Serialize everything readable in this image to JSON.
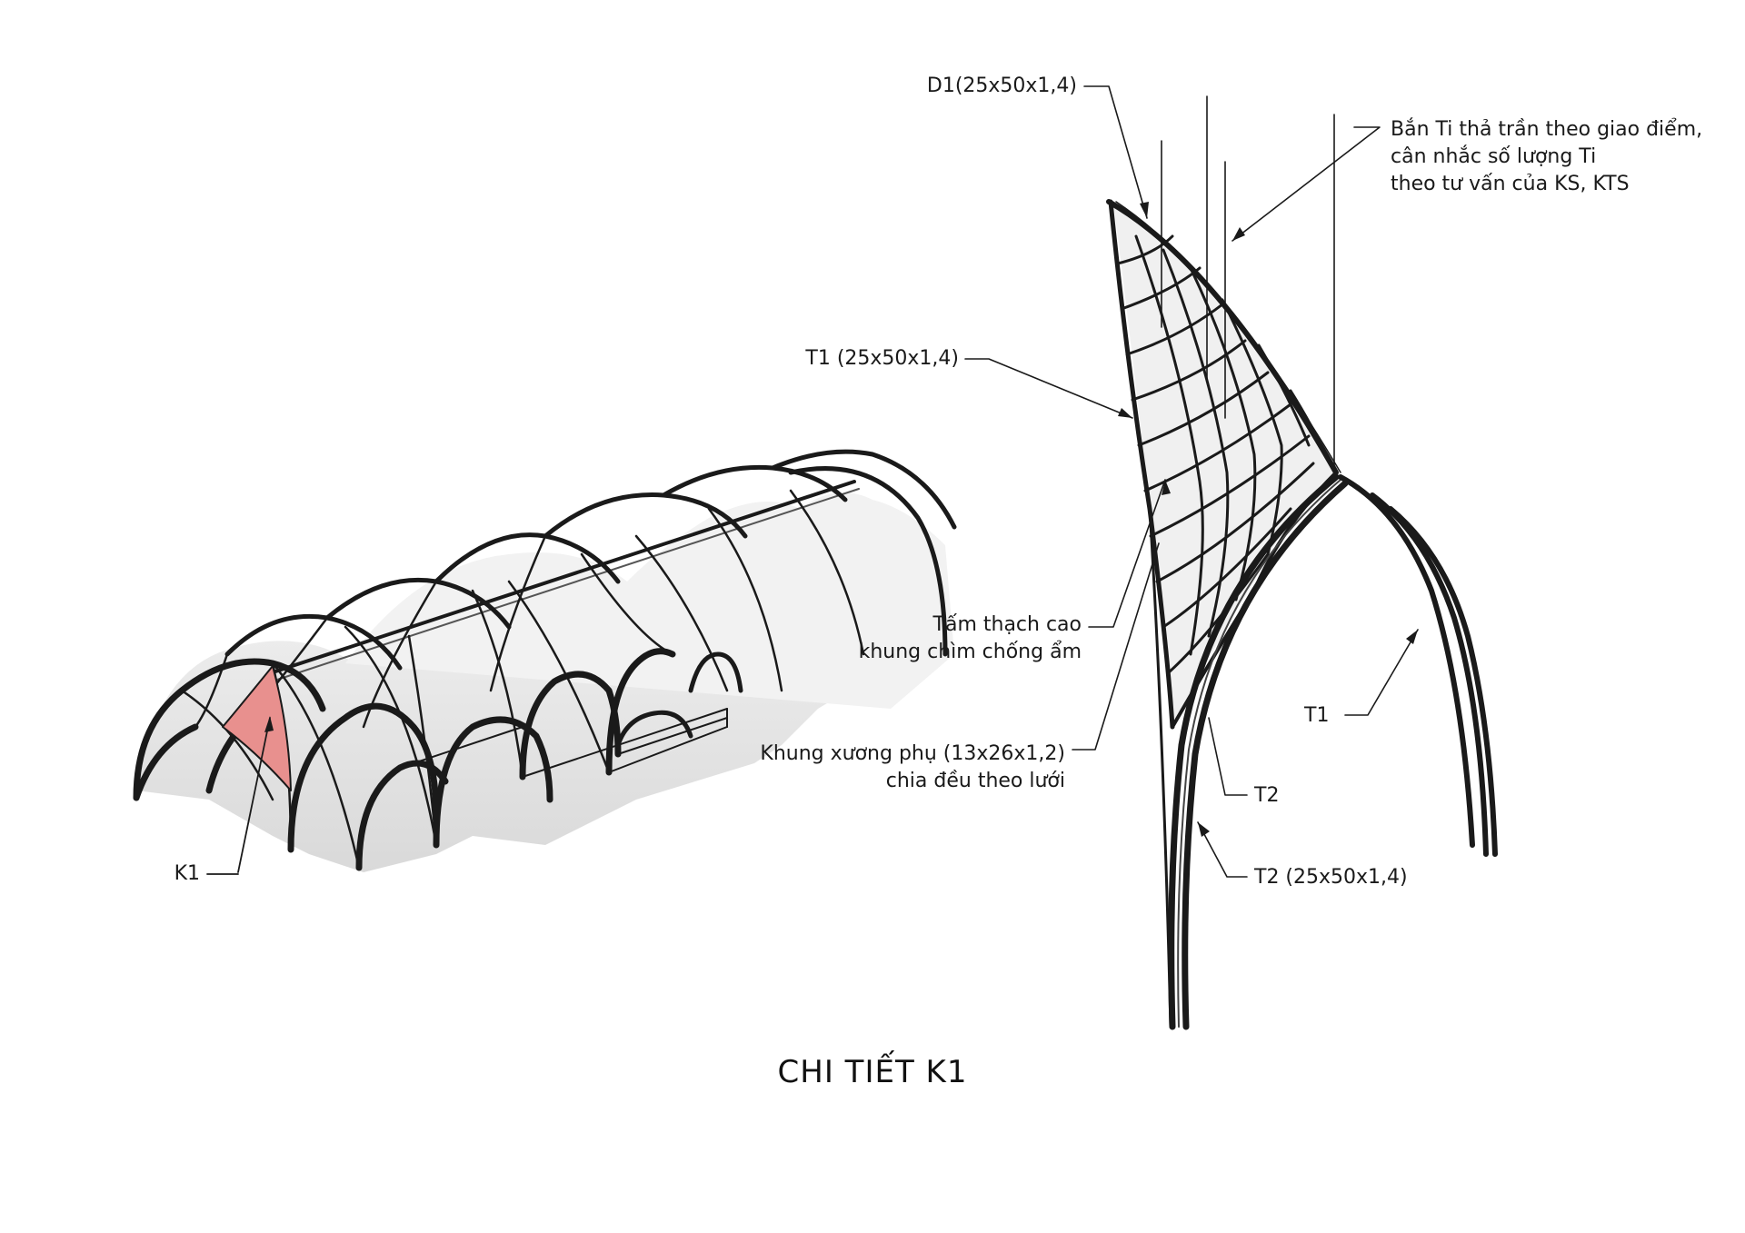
{
  "title": "CHI TIẾT K1",
  "labels": {
    "k1": "K1",
    "d1": "D1(25x50x1,4)",
    "ti_line1": "Bắn Ti thả trần theo giao điểm,",
    "ti_line2": "cân nhắc số lượng Ti",
    "ti_line3": "theo tư vấn của KS, KTS",
    "t1_spec": "T1 (25x50x1,4)",
    "gypsum_line1": "Tấm thạch cao",
    "gypsum_line2": "khung chìm chống ẩm",
    "subframe_line1": "Khung xương phụ (13x26x1,2)",
    "subframe_line2": "chia đều theo lưới",
    "t1": "T1",
    "t2": "T2",
    "t2_spec": "T2 (25x50x1,4)"
  },
  "colors": {
    "highlight": "#e8908e",
    "line": "#1a1a1a",
    "surface": "#ededed"
  }
}
